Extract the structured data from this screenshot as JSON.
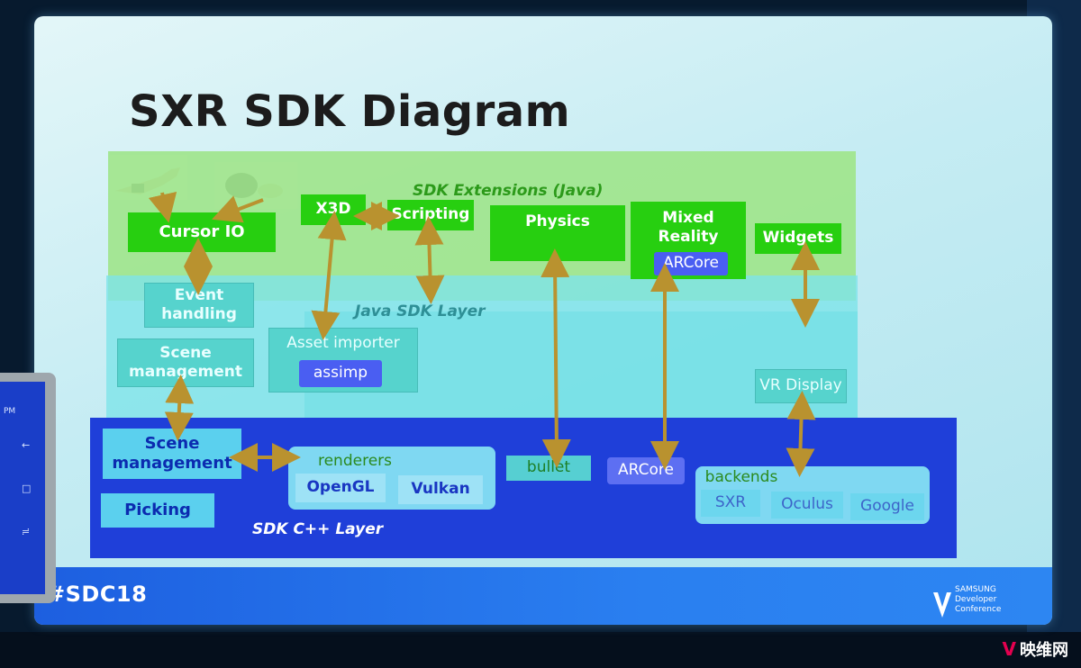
{
  "title": "SXR SDK Diagram",
  "layers": {
    "extensions": "SDK Extensions (Java)",
    "java": "Java SDK Layer",
    "cpp": "SDK C++ Layer"
  },
  "extensions": {
    "cursor_io": "Cursor IO",
    "x3d": "X3D",
    "scripting": "Scripting",
    "physics": "Physics",
    "mixed_reality_line1": "Mixed",
    "mixed_reality_line2": "Reality",
    "arcore": "ARCore",
    "widgets": "Widgets"
  },
  "java": {
    "event_line1": "Event",
    "event_line2": "handling",
    "scene_line1": "Scene",
    "scene_line2": "management",
    "asset_importer": "Asset importer",
    "assimp": "assimp",
    "vr_display": "VR Display"
  },
  "cpp": {
    "scene_line1": "Scene",
    "scene_line2": "management",
    "picking": "Picking",
    "renderers": "renderers",
    "opengl": "OpenGL",
    "vulkan": "Vulkan",
    "bullet": "bullet",
    "arcore": "ARCore",
    "backends": "backends",
    "sxr": "SXR",
    "oculus": "Oculus",
    "google": "Google"
  },
  "footer": {
    "hashtag": "#SDC18",
    "brand_line1": "SAMSUNG",
    "brand_line2": "Developer",
    "brand_line3": "Conference"
  },
  "phone": {
    "time": "PM",
    "back": "←",
    "home": "□",
    "recent": "≓"
  },
  "watermark": {
    "v": "V",
    "text": "映维网"
  },
  "colors": {
    "extensions_green": "#27cf10",
    "java_teal": "#56d3cd",
    "cpp_blue": "#1f3fd9",
    "arrow_brown": "#b9922f"
  }
}
